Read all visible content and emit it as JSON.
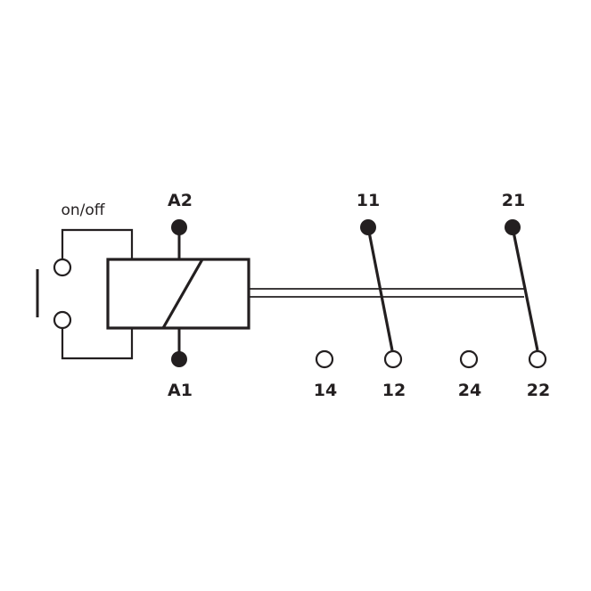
{
  "labels": {
    "switch": "on/off",
    "a2": "A2",
    "a1": "A1",
    "t11": "11",
    "t21": "21",
    "t14": "14",
    "t12": "12",
    "t24": "24",
    "t22": "22"
  },
  "colors": {
    "stroke": "#231f20",
    "background": "#ffffff"
  }
}
